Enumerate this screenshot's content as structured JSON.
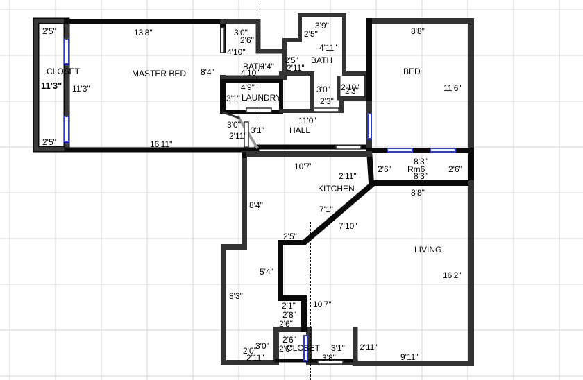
{
  "colors": {
    "wall": "#333333",
    "wall_edge": "#0a0a0a",
    "window": "#2f3bd6",
    "grid": "#d6d6d6",
    "background": "#ffffff"
  },
  "rooms": {
    "closet_top": "CLOSET",
    "master_bed": "MASTER BED",
    "bath_small": "BATH",
    "bath": "BATH",
    "laundry": "LAUNDRY",
    "hall": "HALL",
    "bed": "BED",
    "rm6": "Rm6",
    "kitchen": "KITCHEN",
    "living": "LIVING",
    "closet_bottom": "CLOSET"
  },
  "dimensions": [
    "2'5\"",
    "13'8\"",
    "11'3\"",
    "11'3\"",
    "2'5\"",
    "16'11\"",
    "8'4\"",
    "3'0\"",
    "2'6\"",
    "4'10\"",
    "4'10\"",
    "2'4\"",
    "3'9\"",
    "2'5\"",
    "4'11\"",
    "2'5\"",
    "2'11\"",
    "4'9\"",
    "3'1\"",
    "3'0\"",
    "2'10\"",
    "2'3\"",
    "2'3\"",
    "8'8\"",
    "11'6\"",
    "11'0\"",
    "3'0\"",
    "2'11\"",
    "3'1\"",
    "10'7\"",
    "2'11\"",
    "2'6\"",
    "8'3\"",
    "8'3\"",
    "2'6\"",
    "8'8\"",
    "8'4\"",
    "7'1\"",
    "7'10\"",
    "2'5\"",
    "5'4\"",
    "8'3\"",
    "16'2\"",
    "2'1\"",
    "10'7\"",
    "2'8\"",
    "2'6\"",
    "2'6\"",
    "2'0\"",
    "3'0\"",
    "2'11\"",
    "2'0\"",
    "3'1\"",
    "2'11\"",
    "3'8\"",
    "9'11\""
  ]
}
